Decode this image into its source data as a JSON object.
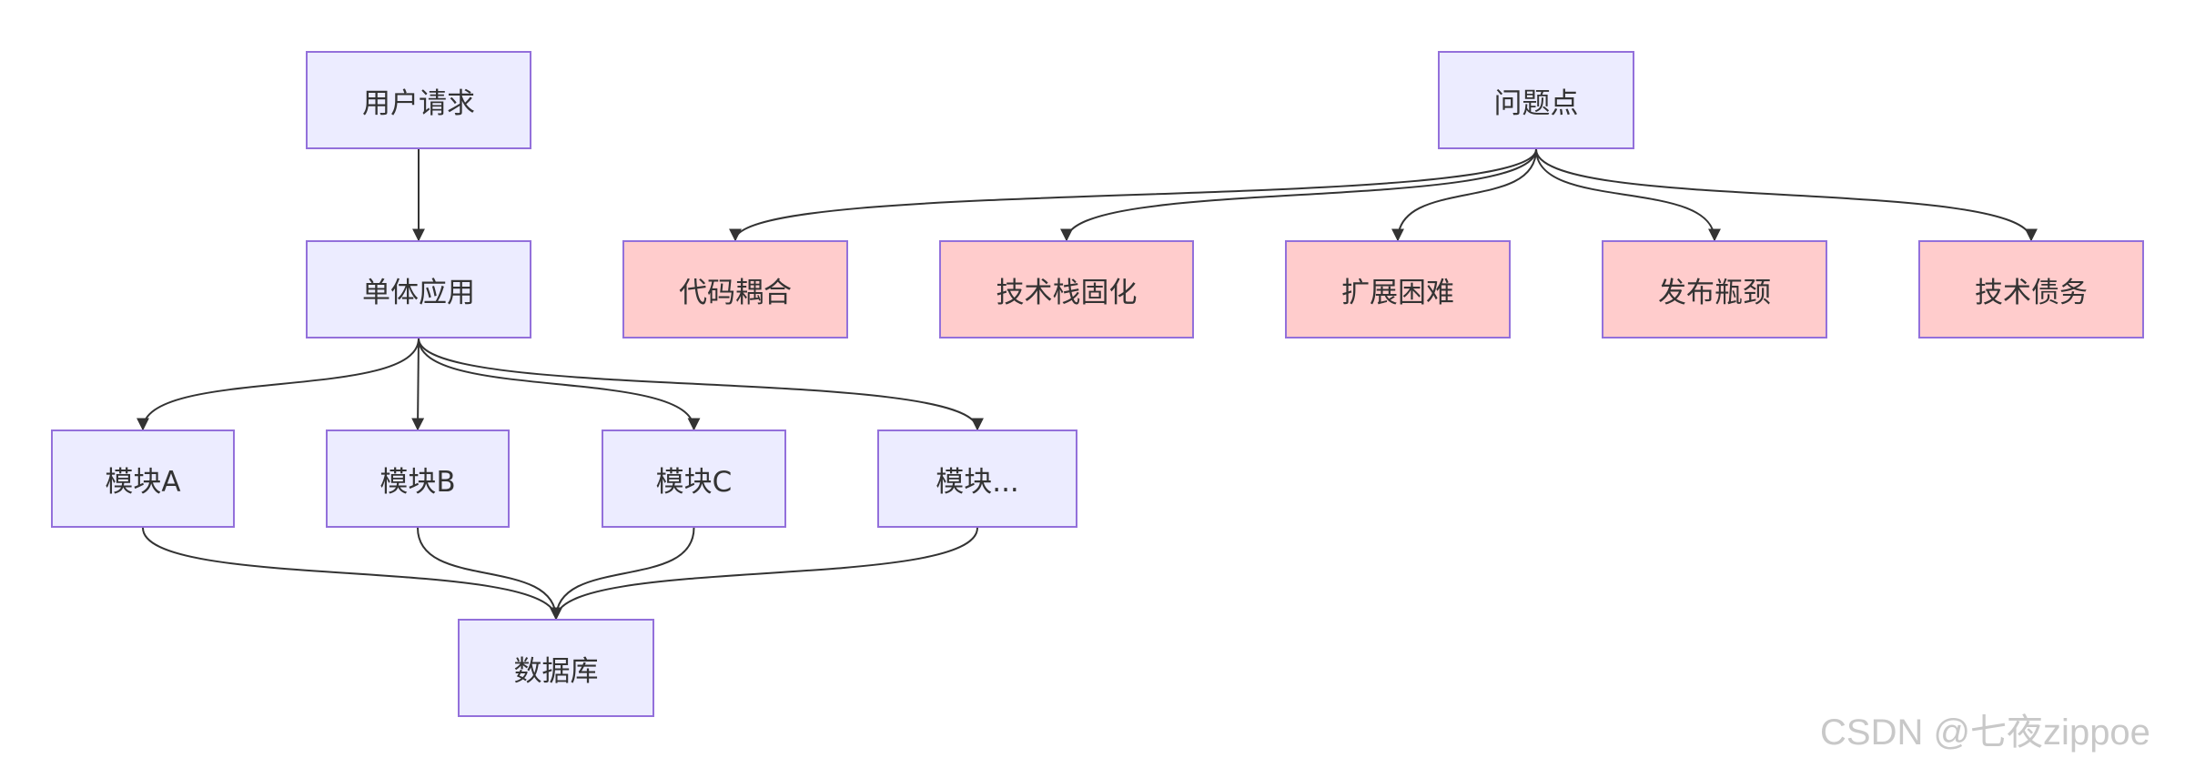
{
  "diagram": {
    "type": "flowchart",
    "colors": {
      "node_fill": "#ECECFF",
      "issue_fill": "#FFCCCC",
      "node_border": "#9370DB",
      "edge": "#333333",
      "text": "#333333"
    },
    "nodes": {
      "user_request": "用户请求",
      "monolith": "单体应用",
      "module_a": "模块A",
      "module_b": "模块B",
      "module_c": "模块C",
      "module_more": "模块...",
      "database": "数据库",
      "problems": "问题点",
      "code_coupling": "代码耦合",
      "tech_stack_lock": "技术栈固化",
      "scaling_difficulty": "扩展困难",
      "release_bottleneck": "发布瓶颈",
      "tech_debt": "技术债务"
    },
    "edges": [
      {
        "from": "user_request",
        "to": "monolith"
      },
      {
        "from": "monolith",
        "to": "module_a"
      },
      {
        "from": "monolith",
        "to": "module_b"
      },
      {
        "from": "monolith",
        "to": "module_c"
      },
      {
        "from": "monolith",
        "to": "module_more"
      },
      {
        "from": "module_a",
        "to": "database"
      },
      {
        "from": "module_b",
        "to": "database"
      },
      {
        "from": "module_c",
        "to": "database"
      },
      {
        "from": "module_more",
        "to": "database"
      },
      {
        "from": "problems",
        "to": "code_coupling"
      },
      {
        "from": "problems",
        "to": "tech_stack_lock"
      },
      {
        "from": "problems",
        "to": "scaling_difficulty"
      },
      {
        "from": "problems",
        "to": "release_bottleneck"
      },
      {
        "from": "problems",
        "to": "tech_debt"
      }
    ]
  },
  "watermark": "CSDN @七夜zippoe"
}
